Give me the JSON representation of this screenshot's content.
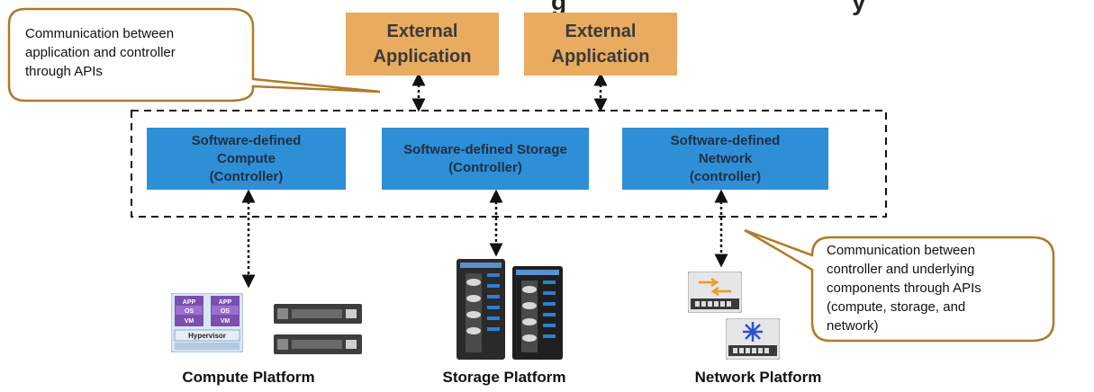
{
  "title_fragment": "g",
  "title_fragment_right": "y",
  "external_apps": [
    "External\nApplication",
    "External\nApplication"
  ],
  "controllers": {
    "compute": [
      "Software-defined",
      "Compute",
      "(Controller)"
    ],
    "storage": [
      "Software-defined Storage",
      "(Controller)"
    ],
    "network": [
      "Software-defined",
      "Network",
      "(controller)"
    ]
  },
  "callouts": {
    "left": [
      "Communication between",
      "application and controller",
      "through APIs"
    ],
    "right": [
      "Communication between",
      "controller and underlying",
      "components through APIs",
      "(compute, storage, and",
      "network)"
    ]
  },
  "compute_icon": {
    "vm_app": "APP",
    "vm_os": "OS",
    "vm_vm": "VM",
    "hypervisor": "Hypervisor"
  },
  "platforms": {
    "compute": "Compute Platform",
    "storage": "Storage Platform",
    "network": "Network Platform"
  },
  "colors": {
    "external_app": "#e8ab60",
    "controller": "#2e8fd6",
    "callout_border": "#b07a26"
  }
}
